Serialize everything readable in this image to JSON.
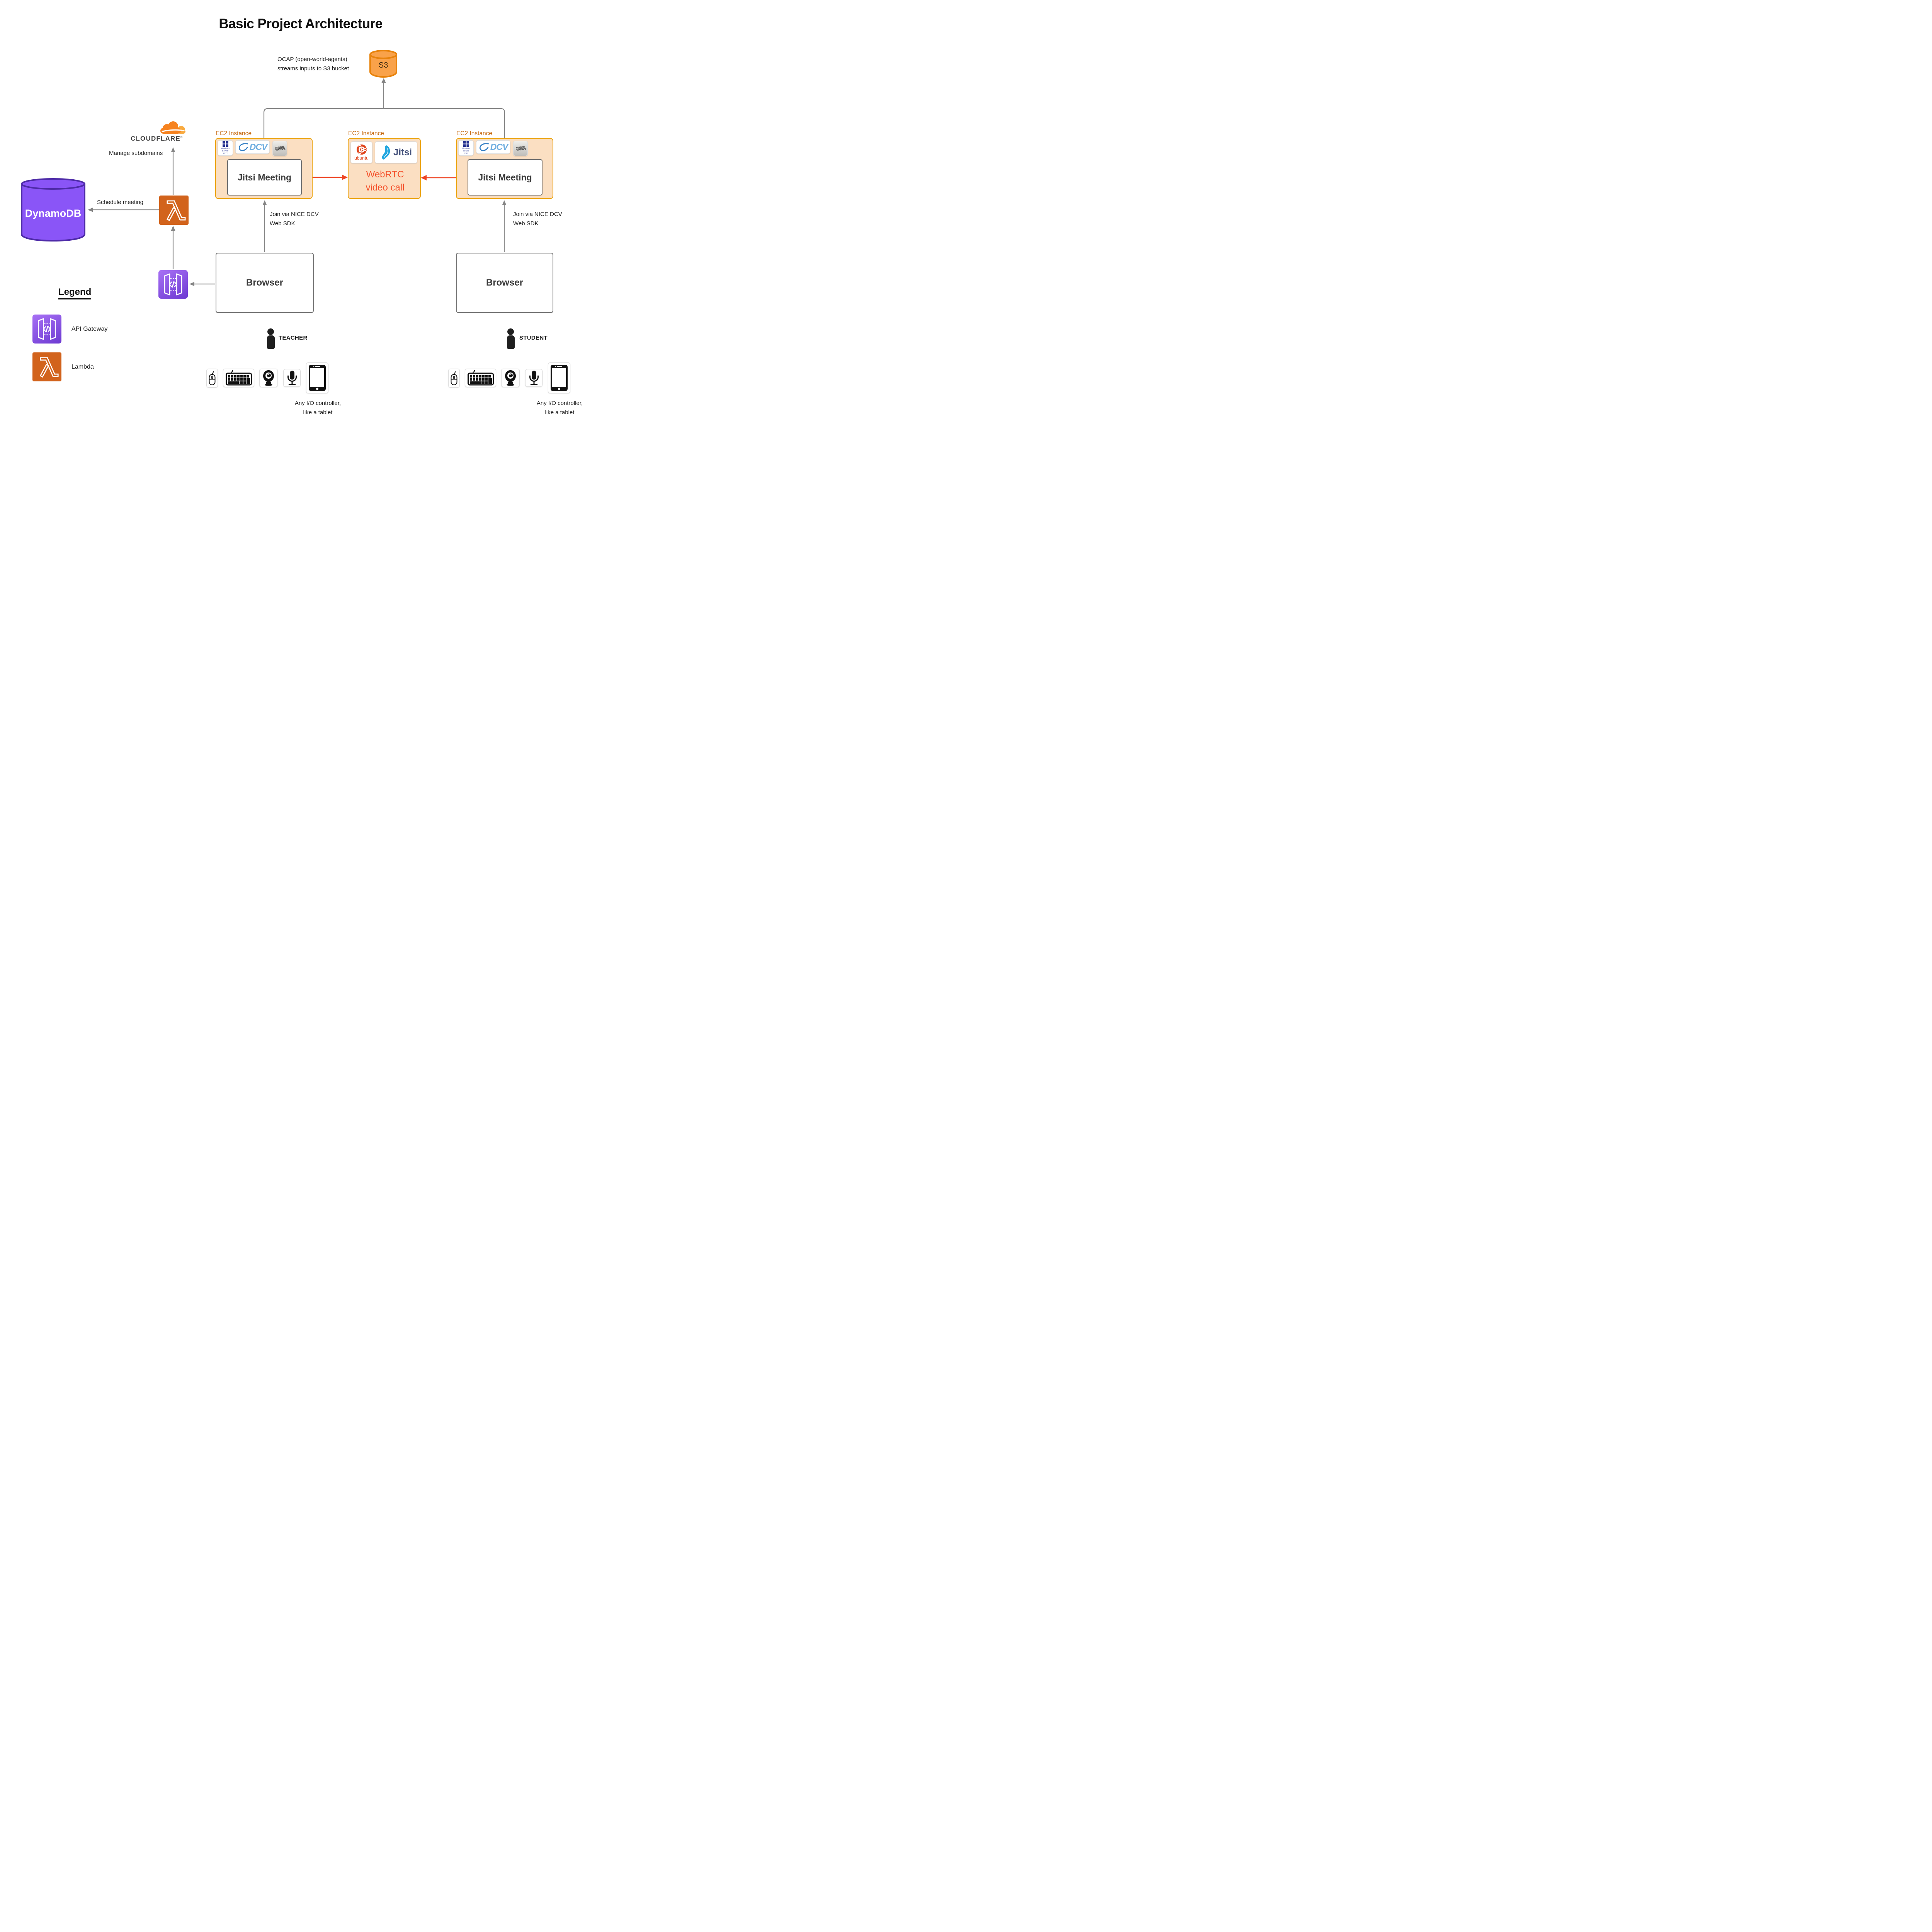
{
  "title": "Basic Project Architecture",
  "s3": {
    "label": "S3",
    "note_line1": "OCAP (open-world-agents)",
    "note_line2": "streams inputs to S3 bucket"
  },
  "cloudflare": {
    "wordmark": "CLOUDFLARE",
    "registered": "®",
    "note": "Manage subdomains"
  },
  "dynamodb": {
    "label": "DynamoDB"
  },
  "flows": {
    "schedule": "Schedule meeting",
    "join_line1": "Join via NICE DCV",
    "join_line2": "Web SDK"
  },
  "ec2": {
    "tag": "EC2 Instance",
    "jitsi_meeting": "Jitsi Meeting",
    "webrtc_line1": "WebRTC",
    "webrtc_line2": "video call"
  },
  "chips": {
    "windows_line1": "Windows Server",
    "windows_line2": "2022",
    "dcv": "DCV",
    "owa": "OWA",
    "ubuntu": "ubuntu",
    "jitsi": "Jitsi"
  },
  "browser": {
    "label": "Browser"
  },
  "people": {
    "teacher": "TEACHER",
    "student": "STUDENT",
    "io_line1": "Any I/O controller,",
    "io_line2": "like a tablet",
    "devices": [
      "mouse",
      "keyboard",
      "webcam",
      "microphone",
      "tablet"
    ]
  },
  "legend": {
    "heading": "Legend",
    "items": [
      {
        "icon": "api-gateway-icon",
        "label": "API Gateway"
      },
      {
        "icon": "lambda-icon",
        "label": "Lambda"
      }
    ]
  },
  "icons": {
    "s3": "orange-database-cylinder",
    "dynamodb": "purple-database-cylinder",
    "lambda": "aws-lambda",
    "api_gateway": "aws-api-gateway",
    "cloudflare": "cloudflare-cloud",
    "windows": "windows-flag",
    "dcv": "nice-dcv-swoosh",
    "owa": "owa-emblem",
    "ubuntu": "ubuntu-circle-of-friends",
    "jitsi": "jitsi-flame",
    "person": "person-silhouette",
    "mouse": "computer-mouse",
    "keyboard": "keyboard",
    "webcam": "webcam",
    "microphone": "microphone",
    "tablet": "tablet"
  },
  "colors": {
    "ec2_fill": "#FBDFC2",
    "ec2_border": "#EBA30D",
    "ec2_label": "#C76A11",
    "red_arrow": "#EE4423",
    "webrtc_text": "#F4502A",
    "s3_fill": "#F9A24A",
    "s3_stroke": "#E8830C",
    "dynamo_fill": "#8A55F7",
    "dynamo_stroke": "#4E2BA8",
    "lambda_orange": "#D2631C",
    "apigw_purple": "#7A42DC",
    "cloudflare_orange": "#F6821F",
    "line_gray": "#848484"
  }
}
